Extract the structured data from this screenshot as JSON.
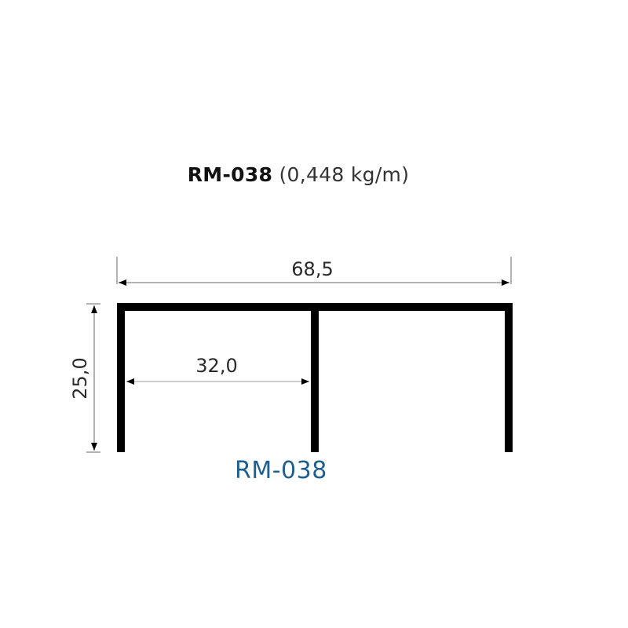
{
  "header": {
    "profile_code": "RM-038",
    "weight_text": "(0,448 kg/m)"
  },
  "dimensions": {
    "overall_width": "68,5",
    "inner_width": "32,0",
    "height": "25,0"
  },
  "caption": {
    "label": "RM-038",
    "color": "#1f5f8f"
  },
  "colors": {
    "profile_stroke": "#000000",
    "dimension_line": "#9a9a9a",
    "text": "#2a2a2a"
  }
}
